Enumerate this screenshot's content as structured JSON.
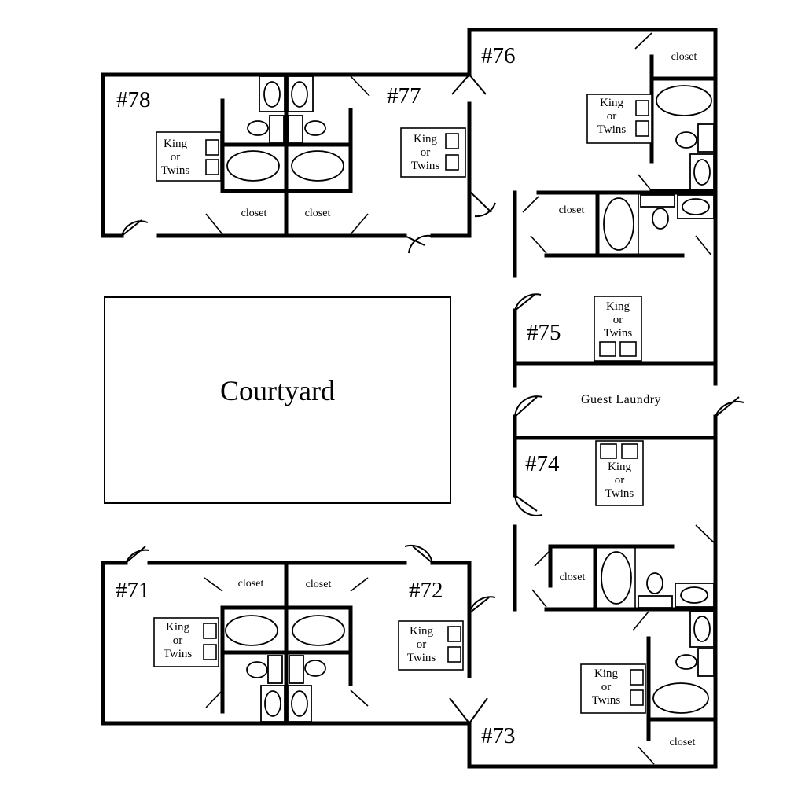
{
  "courtyard": {
    "label": "Courtyard"
  },
  "laundry": {
    "label": "Guest Laundry"
  },
  "rooms": {
    "r71": {
      "number": "#71",
      "bed": [
        "King",
        "or",
        "Twins"
      ],
      "closet": "closet"
    },
    "r72": {
      "number": "#72",
      "bed": [
        "King",
        "or",
        "Twins"
      ],
      "closet": "closet"
    },
    "r73": {
      "number": "#73",
      "bed": [
        "King",
        "or",
        "Twins"
      ],
      "closet": "closet"
    },
    "r74": {
      "number": "#74",
      "bed": [
        "King",
        "or",
        "Twins"
      ],
      "closet": "closet"
    },
    "r75": {
      "number": "#75",
      "bed": [
        "King",
        "or",
        "Twins"
      ],
      "closet": "closet"
    },
    "r76": {
      "number": "#76",
      "bed": [
        "King",
        "or",
        "Twins"
      ],
      "closet": "closet"
    },
    "r77": {
      "number": "#77",
      "bed": [
        "King",
        "or",
        "Twins"
      ],
      "closet": "closet"
    },
    "r78": {
      "number": "#78",
      "bed": [
        "King",
        "or",
        "Twins"
      ],
      "closet": "closet"
    }
  }
}
